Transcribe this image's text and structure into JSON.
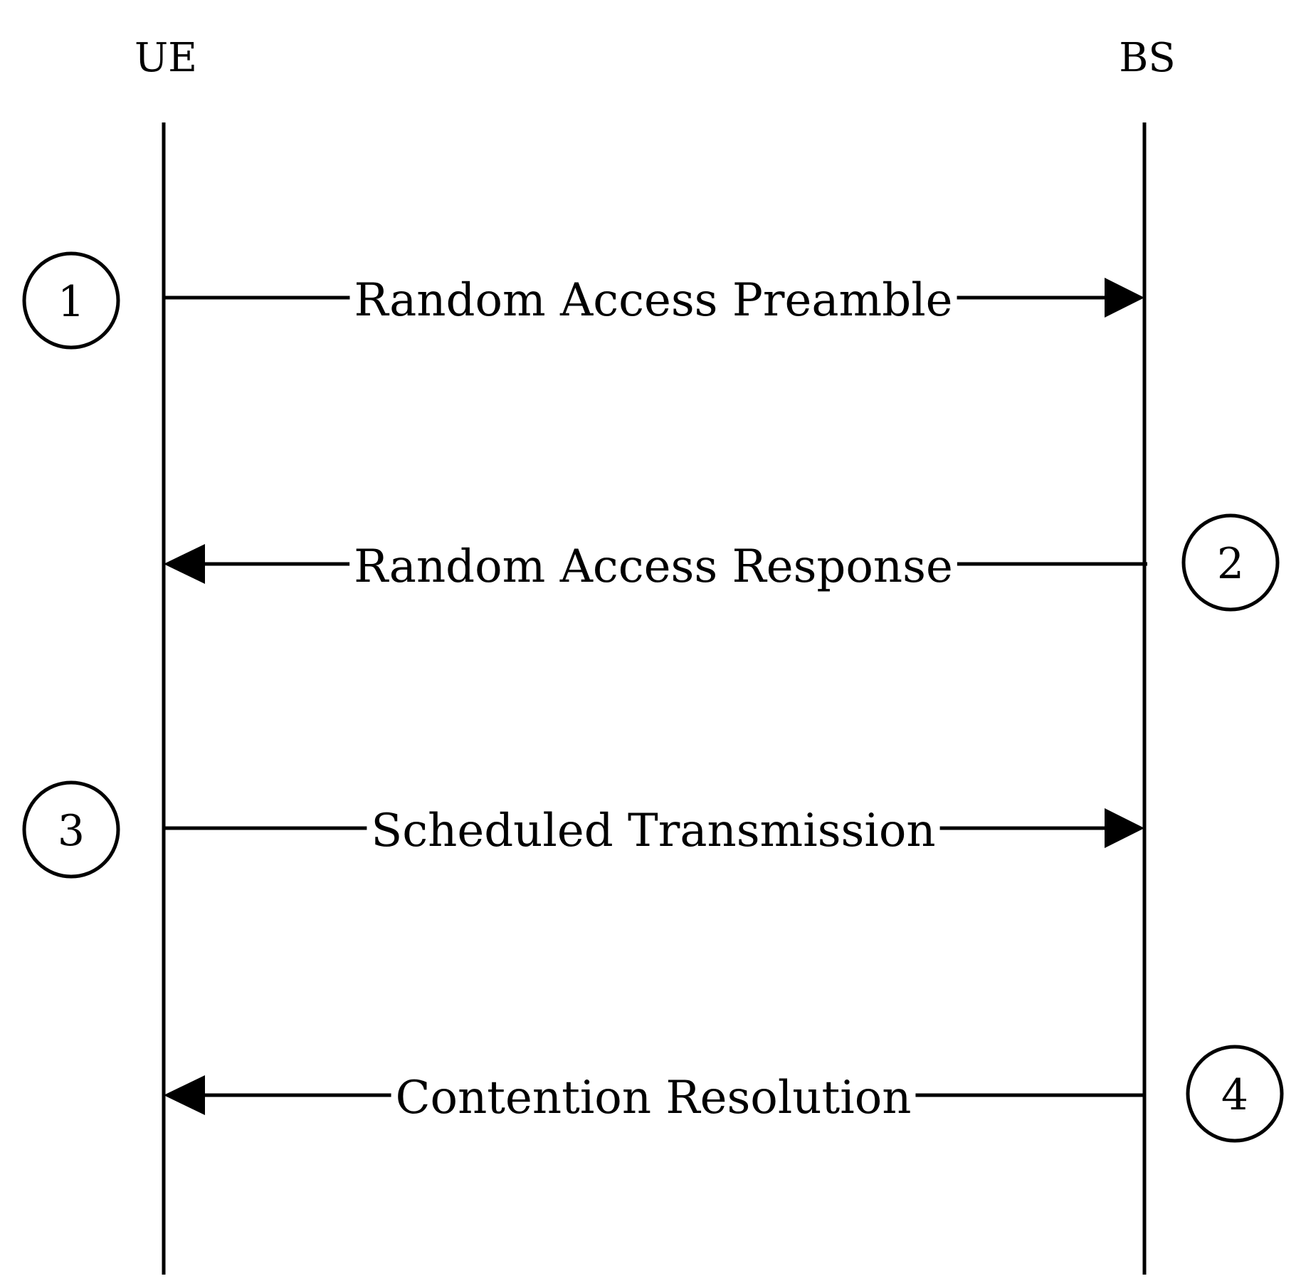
{
  "actors": {
    "ue": "UE",
    "bs": "BS"
  },
  "messages": [
    {
      "label": "Random Access Preamble",
      "step": "1",
      "direction": "ue-to-bs"
    },
    {
      "label": "Random Access Response",
      "step": "2",
      "direction": "bs-to-ue"
    },
    {
      "label": "Scheduled Transmission",
      "step": "3",
      "direction": "ue-to-bs"
    },
    {
      "label": "Contention Resolution",
      "step": "4",
      "direction": "bs-to-ue"
    }
  ],
  "colors": {
    "stroke": "#000000",
    "background": "#ffffff"
  }
}
